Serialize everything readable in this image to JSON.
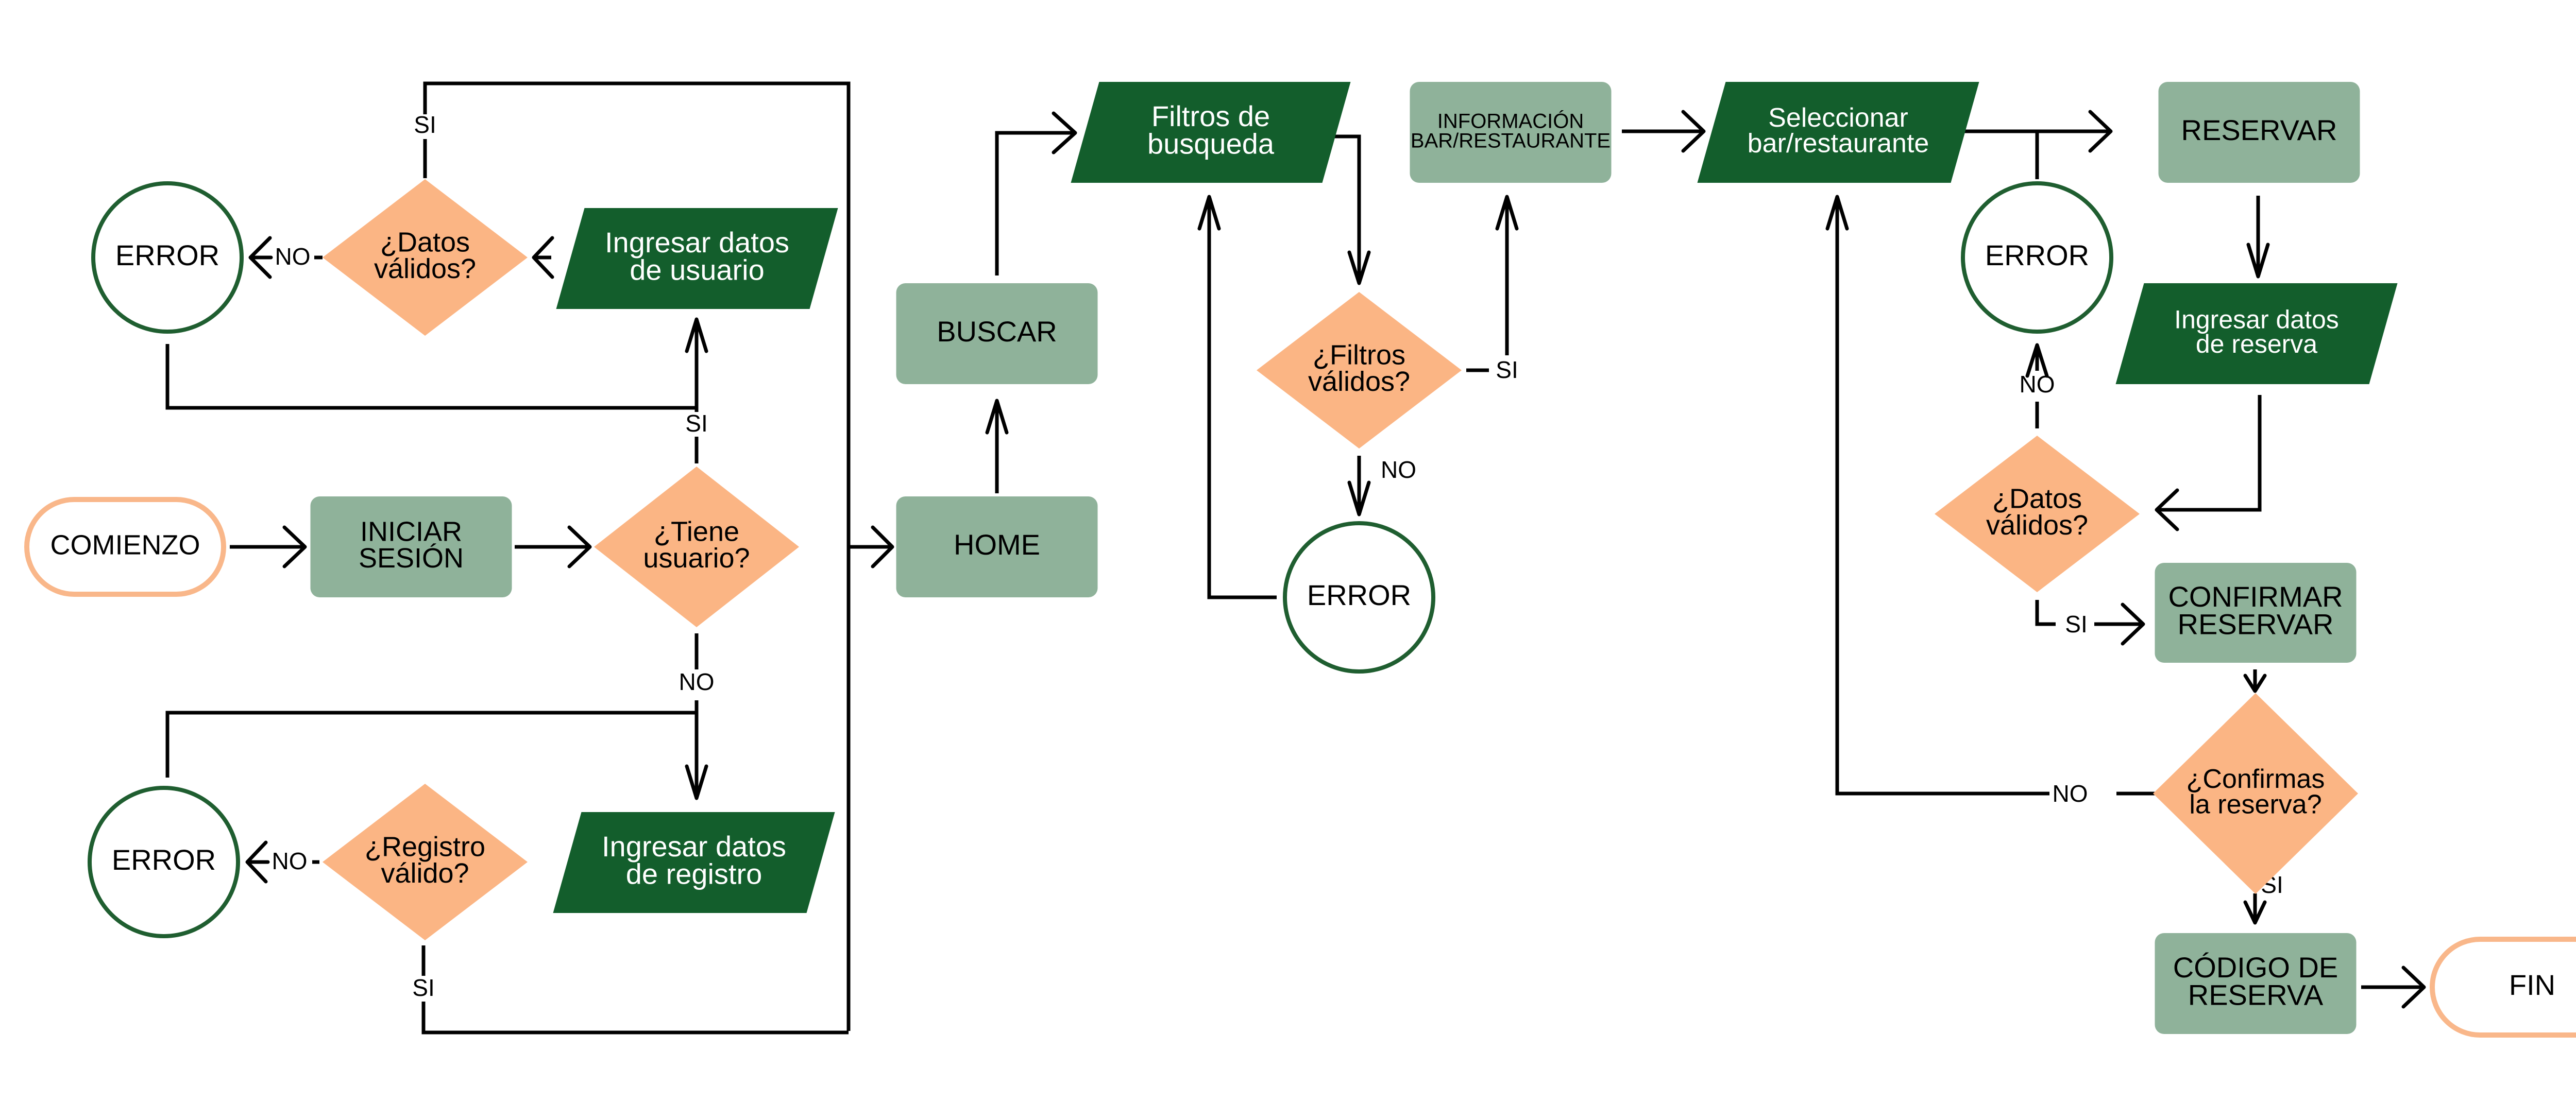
{
  "colors": {
    "process_fill": "#8fb29a",
    "io_fill": "#135e2c",
    "decision_fill": "#fbb584",
    "terminal_stroke": "#f9b78a",
    "error_stroke": "#1f5e30",
    "line": "#000000"
  },
  "nodes": {
    "start": {
      "lines": [
        "COMIENZO"
      ]
    },
    "login": {
      "lines": [
        "INICIAR",
        "SESIÓN"
      ]
    },
    "has_user": {
      "lines": [
        "¿Tiene",
        "usuario?"
      ]
    },
    "enter_user": {
      "lines": [
        "Ingresar datos",
        "de usuario"
      ]
    },
    "valid_data_1": {
      "lines": [
        "¿Datos",
        "válidos?"
      ]
    },
    "error_1": {
      "lines": [
        "ERROR"
      ]
    },
    "enter_register": {
      "lines": [
        "Ingresar datos",
        "de registro"
      ]
    },
    "valid_register": {
      "lines": [
        "¿Registro",
        "válido?"
      ]
    },
    "error_2": {
      "lines": [
        "ERROR"
      ]
    },
    "home": {
      "lines": [
        "HOME"
      ]
    },
    "search": {
      "lines": [
        "BUSCAR"
      ]
    },
    "filters": {
      "lines": [
        "Filtros de",
        "busqueda"
      ]
    },
    "valid_filters": {
      "lines": [
        "¿Filtros",
        "válidos?"
      ]
    },
    "error_3": {
      "lines": [
        "ERROR"
      ]
    },
    "info": {
      "lines": [
        "INFORMACIÓN",
        "BAR/RESTAURANTE"
      ]
    },
    "select": {
      "lines": [
        "Seleccionar",
        "bar/restaurante"
      ]
    },
    "reserve": {
      "lines": [
        "RESERVAR"
      ]
    },
    "error_4": {
      "lines": [
        "ERROR"
      ]
    },
    "enter_reservation": {
      "lines": [
        "Ingresar datos",
        "de reserva"
      ]
    },
    "valid_data_2": {
      "lines": [
        "¿Datos",
        "válidos?"
      ]
    },
    "confirm": {
      "lines": [
        "CONFIRMAR",
        "RESERVAR"
      ]
    },
    "confirm_q": {
      "lines": [
        "¿Confirmas",
        "la reserva?"
      ]
    },
    "code": {
      "lines": [
        "CÓDIGO DE",
        "RESERVA"
      ]
    },
    "end": {
      "lines": [
        "FIN"
      ]
    }
  },
  "edge_labels": {
    "si": "SI",
    "no": "NO"
  }
}
